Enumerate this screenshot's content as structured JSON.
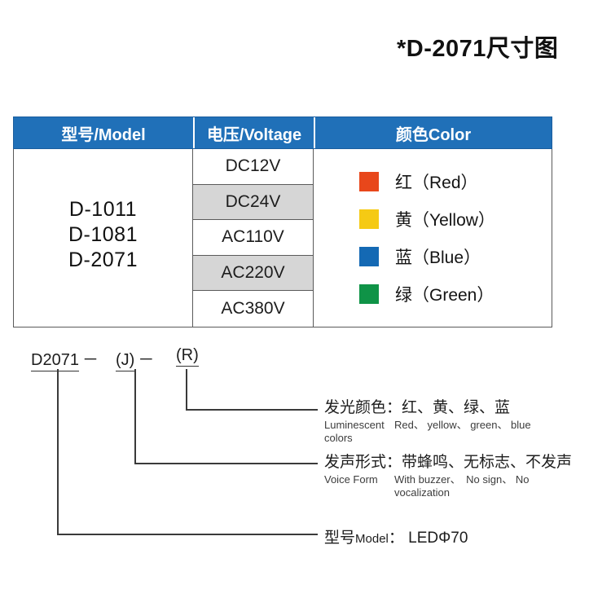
{
  "title": "*D-2071尺寸图",
  "table": {
    "headers": {
      "model": "型号/Model",
      "voltage": "电压/Voltage",
      "color": "颜色Color"
    },
    "models": [
      "D-1011",
      "D-1081",
      "D-2071"
    ],
    "voltages": [
      {
        "label": "DC12V",
        "shaded": false
      },
      {
        "label": "DC24V",
        "shaded": true
      },
      {
        "label": "AC110V",
        "shaded": false
      },
      {
        "label": "AC220V",
        "shaded": true
      },
      {
        "label": "AC380V",
        "shaded": false
      }
    ],
    "colors": [
      {
        "label": "红（Red）",
        "hex": "#e8471b"
      },
      {
        "label": "黄（Yellow）",
        "hex": "#f5ca14"
      },
      {
        "label": "蓝（Blue）",
        "hex": "#1469b4"
      },
      {
        "label": "绿（Green）",
        "hex": "#0f9347"
      }
    ]
  },
  "breakdown": {
    "part_number": {
      "model_seg": "D2071",
      "dash1": "－",
      "voice_seg": "(J)",
      "dash2": "－",
      "color_seg": "(R)"
    },
    "annotations": {
      "luminescent": {
        "cn": "发光颜色：红、黄、绿、蓝",
        "en_left": "Luminescent colors",
        "en_right": "Red、 yellow、 green、 blue"
      },
      "voice": {
        "cn": "发声形式：带蜂鸣、无标志、不发声",
        "en_left": "Voice Form",
        "en_right": "With buzzer、　No sign、 No vocalization"
      },
      "model": {
        "cn_prefix": "型号",
        "en_word": "Model",
        "separator": "：",
        "value": "LEDΦ70"
      }
    }
  },
  "theme": {
    "header_blue": "#2070b8",
    "shaded_gray": "#d6d6d6",
    "line_gray": "#5a5a5a"
  }
}
